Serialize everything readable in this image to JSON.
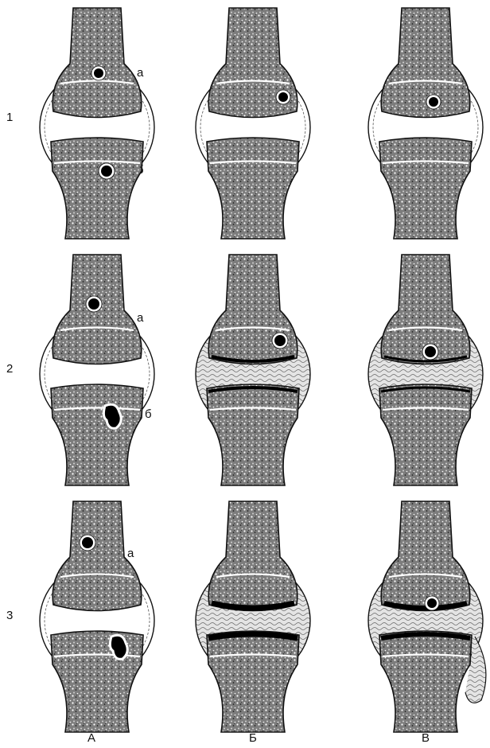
{
  "rows": [
    "1",
    "2",
    "3"
  ],
  "columns": [
    "А",
    "Б",
    "В"
  ],
  "markers": {
    "a": "а",
    "b": "б"
  },
  "colors": {
    "bone": "#8a8a8a",
    "ink": "#111111",
    "capsule": "#ffffff",
    "synovium": "#d9d9d9",
    "lesion": "#000000"
  }
}
